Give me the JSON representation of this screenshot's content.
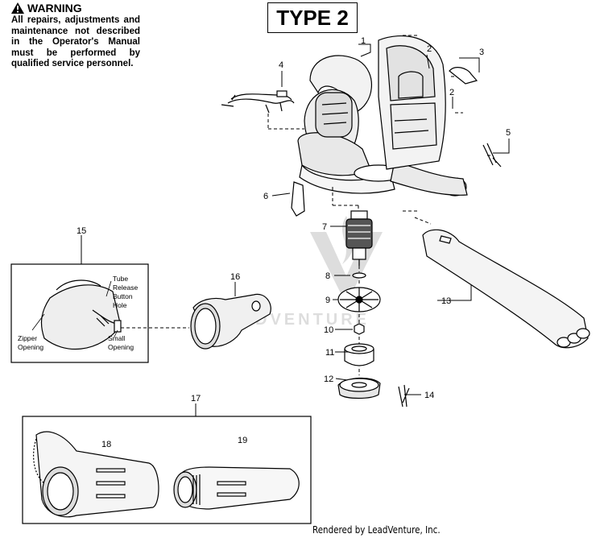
{
  "warning": {
    "title": "WARNING",
    "body": "All repairs, adjustments and maintenance not described in the Operator's Manual must be performed by qualified service personnel."
  },
  "type_label": "TYPE 2",
  "watermark": "LEADVENTURE",
  "footer": "Rendered by LeadVenture, Inc.",
  "callouts": [
    "1",
    "2",
    "2",
    "3",
    "4",
    "5",
    "6",
    "7",
    "8",
    "9",
    "10",
    "11",
    "12",
    "13",
    "14",
    "15",
    "16",
    "17",
    "18",
    "19"
  ],
  "bag_labels": {
    "tube_release": [
      "Tube",
      "Release",
      "Button",
      "Hole"
    ],
    "zipper": [
      "Zipper",
      "Opening"
    ],
    "small": [
      "Small",
      "Opening"
    ]
  },
  "icons": [
    "warning-triangle-icon",
    "leadventure-flame-logo"
  ]
}
